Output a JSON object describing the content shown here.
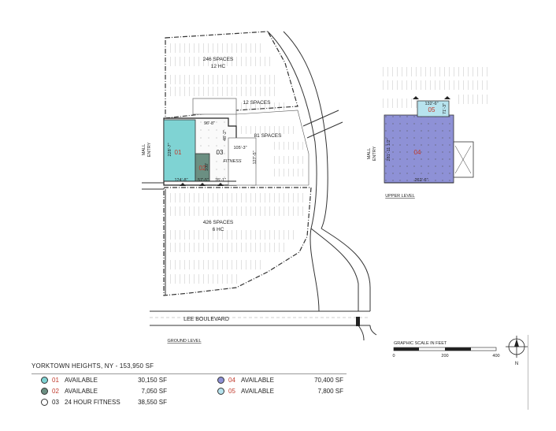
{
  "plan": {
    "parking_north": [
      "246 SPACES",
      "12 HC"
    ],
    "parking_12": "12 SPACES",
    "parking_81": "81 SPACES",
    "parking_south": [
      "426 SPACES",
      "6 HC"
    ],
    "mall_entry_ground": [
      "MALL",
      "ENTRY"
    ],
    "mall_entry_upper": [
      "MALL",
      "ENTRY"
    ],
    "street": "LEE BOULEVARD",
    "ground_level": "GROUND LEVEL",
    "upper_level": "UPPER LEVEL",
    "units": {
      "u01": "01",
      "u02": "02",
      "u03": "03",
      "u04": "04",
      "u05": "05"
    },
    "dims": {
      "d_96_8": "96'-8\"",
      "d_48_2": "48'-2\"",
      "d_105_3": "105'-3\"",
      "d_127_5": "127'-5\"",
      "d_228_7": "228'-7\"",
      "d_124_8": "124'-8\"",
      "d_57_5": "57'-5\"",
      "d_76_1": "76'-1\"",
      "d_100": "100'",
      "d_132_6": "132'-6\"",
      "d_71_3": "71'-3\"",
      "d_281_11": "281'-11 1/2\"",
      "d_262_6": "262'-6\""
    },
    "fitness_logo": "FITNESS",
    "colors": {
      "unit01": "#7fd3d3",
      "unit02": "#6b8f82",
      "unit04": "#8e91d6",
      "unit05": "#b7e3ee"
    }
  },
  "scale": {
    "title": "GRAPHIC SCALE IN FEET",
    "ticks": [
      "0",
      "200",
      "400"
    ]
  },
  "north": "N",
  "legend": {
    "title": "YORKTOWN HEIGHTS, NY - 153,950 SF",
    "items": [
      {
        "code": "01",
        "name": "AVAILABLE",
        "sf": "30,150 SF",
        "color": "#7fd3d3"
      },
      {
        "code": "02",
        "name": "AVAILABLE",
        "sf": "7,050 SF",
        "color": "#6b8f82"
      },
      {
        "code": "03",
        "name": "24 HOUR FITNESS",
        "sf": "38,550 SF",
        "color": "#ffffff"
      },
      {
        "code": "04",
        "name": "AVAILABLE",
        "sf": "70,400 SF",
        "color": "#8e91d6"
      },
      {
        "code": "05",
        "name": "AVAILABLE",
        "sf": "7,800 SF",
        "color": "#b7e3ee"
      }
    ]
  }
}
